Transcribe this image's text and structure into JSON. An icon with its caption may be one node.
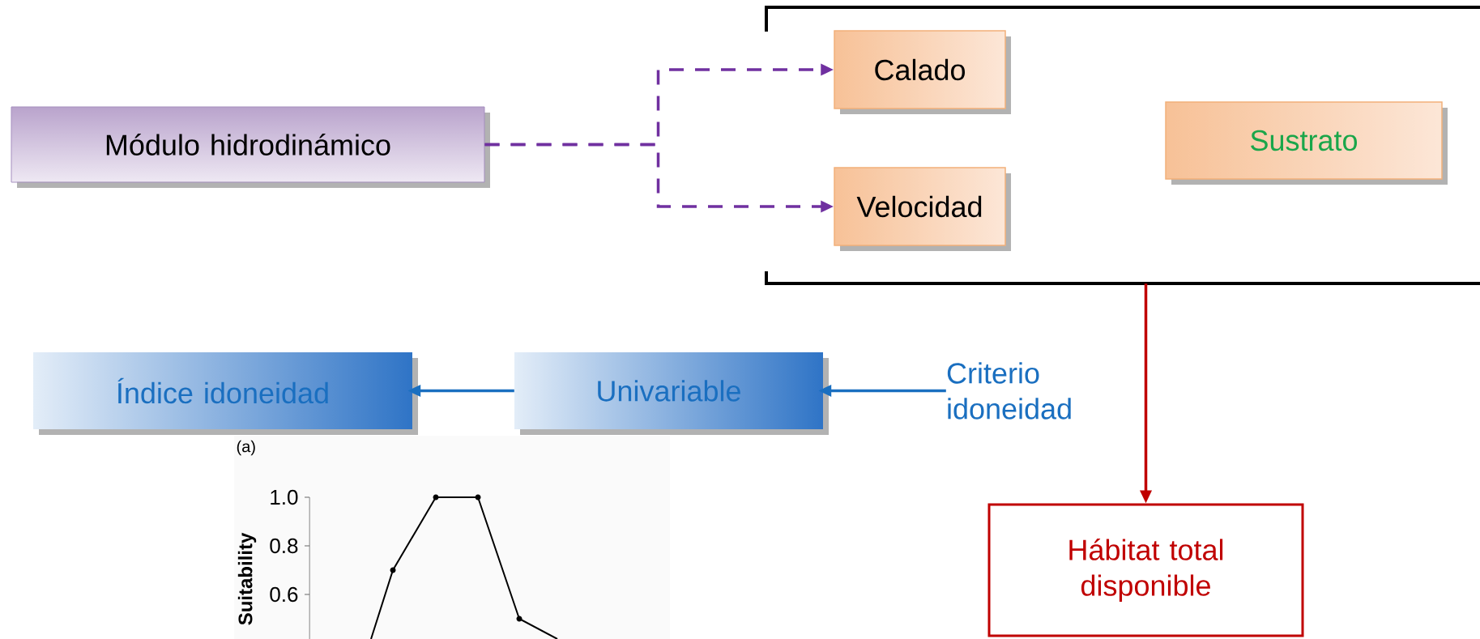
{
  "diagram": {
    "nodes": [
      {
        "text": [
          "Módulo hidrodinámico"
        ]
      },
      {
        "text": [],
        "shape": "box"
      },
      {
        "text": [
          "Calado"
        ],
        "in": 1
      },
      {
        "text": [
          "Velocidad"
        ],
        "in": 1
      },
      {
        "text": [
          "Sustrato"
        ],
        "in": 1
      },
      {
        "text": [
          "Hábitat total disponible"
        ]
      },
      {
        "text": [
          "Índice idoneidad"
        ]
      },
      {
        "text": [
          "Univariable"
        ]
      },
      {
        "text": [
          "Criterio idoneidad"
        ]
      }
    ],
    "edges": [
      {
        "from": 0,
        "to": 2,
        "arrow": "to",
        "style": "dashed",
        "color": "#7030a0"
      },
      {
        "from": 0,
        "to": 3,
        "arrow": "to",
        "style": "dashed",
        "color": "#7030a0"
      },
      {
        "from": 1,
        "to": 5,
        "arrow": "to",
        "color": "#c00000"
      },
      {
        "from": 8,
        "to": 7,
        "arrow": "to",
        "color": "#1a6fc0"
      },
      {
        "from": 7,
        "to": 6,
        "arrow": "to",
        "color": "#1a6fc0"
      }
    ],
    "labels": [
      "(a)",
      "1.0",
      "0.8",
      "0.6",
      "Suitability"
    ]
  }
}
